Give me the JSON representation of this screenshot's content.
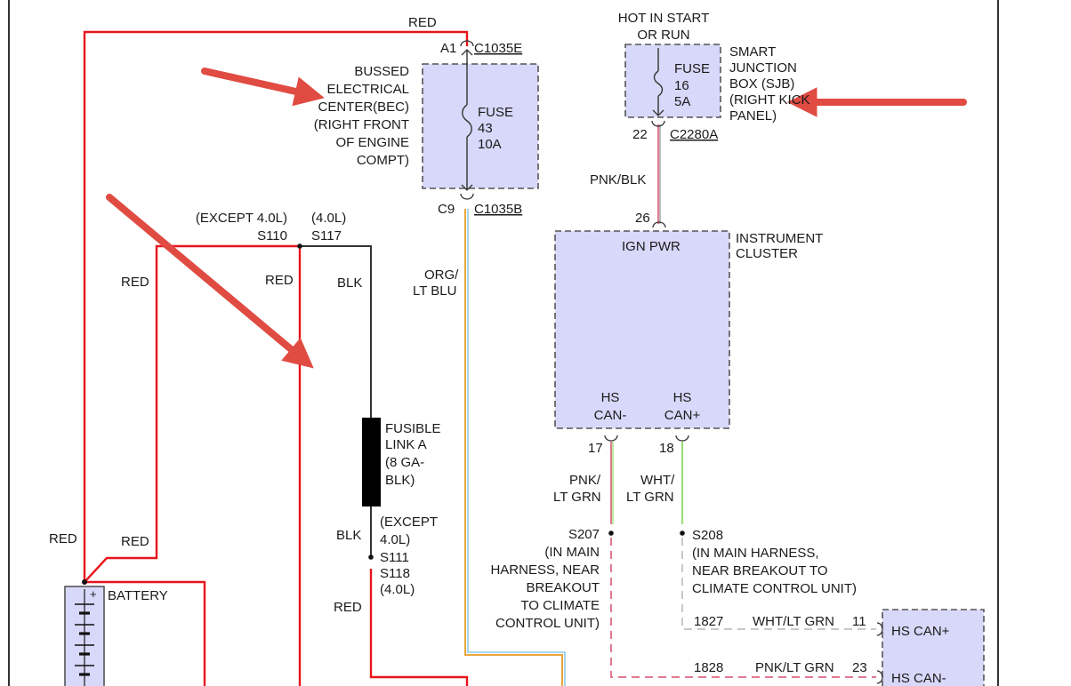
{
  "wires": {
    "red_top": "RED",
    "red_left_1": "RED",
    "red_left_2": "RED",
    "red_bottom_left": "RED",
    "red_bottom_left_2": "RED",
    "red_s111": "RED",
    "blk_top": "BLK",
    "blk_s111": "BLK",
    "org_lt_blu": [
      "ORG/",
      "LT BLU"
    ],
    "pnk_blk": "PNK/BLK",
    "pnk_lt_grn": [
      "PNK/",
      "LT GRN"
    ],
    "wht_lt_grn": [
      "WHT/",
      "LT GRN"
    ]
  },
  "bec": {
    "label": [
      "BUSSED",
      "ELECTRICAL",
      "CENTER(BEC)",
      "(RIGHT FRONT",
      "OF ENGINE",
      "COMPT)"
    ],
    "fuse": [
      "FUSE",
      "43",
      "10A"
    ],
    "pin_top": "A1",
    "conn_top": "C1035E",
    "pin_bottom": "C9",
    "conn_bottom": "C1035B"
  },
  "sjb": {
    "hot_label": [
      "HOT IN START",
      "OR RUN"
    ],
    "label": [
      "SMART",
      "JUNCTION",
      "BOX (SJB)",
      "(RIGHT KICK",
      "PANEL)"
    ],
    "fuse": [
      "FUSE",
      "16",
      "5A"
    ],
    "pin": "22",
    "conn": "C2280A"
  },
  "instrument_cluster": {
    "label": [
      "INSTRUMENT",
      "CLUSTER"
    ],
    "pin_in": "26",
    "ign": "IGN PWR",
    "can_minus": [
      "HS",
      "CAN-"
    ],
    "can_plus": [
      "HS",
      "CAN+"
    ],
    "pin_minus": "17",
    "pin_plus": "18"
  },
  "splices": {
    "except_40": "(EXCEPT 4.0L)",
    "s110": "S110",
    "only_40": "(4.0L)",
    "s117": "S117",
    "s111_block": [
      "(EXCEPT",
      "4.0L)",
      "S111",
      "S118",
      "(4.0L)"
    ],
    "s207": [
      "S207",
      "(IN MAIN",
      "HARNESS, NEAR",
      "BREAKOUT",
      "TO CLIMATE",
      "CONTROL UNIT)"
    ],
    "s208": [
      "S208",
      "(IN MAIN HARNESS,",
      "NEAR BREAKOUT TO",
      "CLIMATE CONTROL UNIT)"
    ]
  },
  "fusible_link": [
    "FUSIBLE",
    "LINK A",
    "(8 GA-",
    "BLK)"
  ],
  "battery": {
    "label": "BATTERY",
    "plus": "+"
  },
  "climate": {
    "circuit_plus": "1827",
    "wire_plus": "WHT/LT GRN",
    "pin_plus": "11",
    "label_plus": "HS CAN+",
    "circuit_minus": "1828",
    "wire_minus": "PNK/LT GRN",
    "pin_minus": "23",
    "label_minus": "HS CAN-"
  },
  "colors": {
    "red_wire": "#e8141c",
    "black_wire": "#333333",
    "orange_wire": "#e8a53a",
    "lt_blue_wire": "#8fc8e8",
    "pink_wire": "#e07a8e",
    "green_wire": "#9be07a",
    "module_fill": "#d8d8fa",
    "arrow": "#e04b42"
  }
}
